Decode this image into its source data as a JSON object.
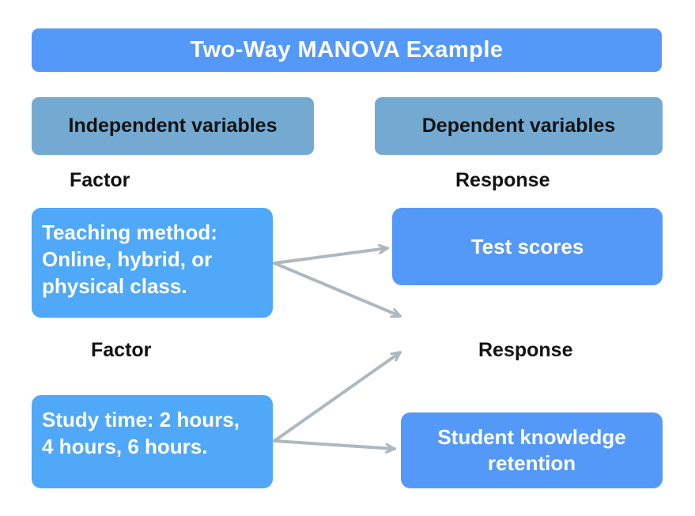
{
  "title": "Two-Way MANOVA Example",
  "headers": {
    "independent": "Independent variables",
    "dependent": "Dependent variables"
  },
  "rows": [
    {
      "factor_label": "Factor",
      "response_label": "Response",
      "factor_text": "Teaching method:\nOnline, hybrid, or\nphysical class.",
      "response_text": "Test scores"
    },
    {
      "factor_label": "Factor",
      "response_label": "Response",
      "factor_text": "Study time: 2 hours,\n4 hours, 6 hours.",
      "response_text": "Student knowledge\nretention"
    }
  ],
  "arrows": [
    {
      "from": "teaching-method-factor",
      "to": "test-scores-response"
    },
    {
      "from": "teaching-method-factor",
      "to": "student-knowledge-retention-response"
    },
    {
      "from": "study-time-factor",
      "to": "test-scores-response"
    },
    {
      "from": "study-time-factor",
      "to": "student-knowledge-retention-response"
    }
  ],
  "colors": {
    "title_bg": "#5599f8",
    "header_bg": "#74aad2",
    "factor_bg": "#4fa8f8",
    "response_bg": "#5599f8",
    "arrow": "#afb8be",
    "dark_text": "#121212",
    "light_text": "#ffffff"
  }
}
